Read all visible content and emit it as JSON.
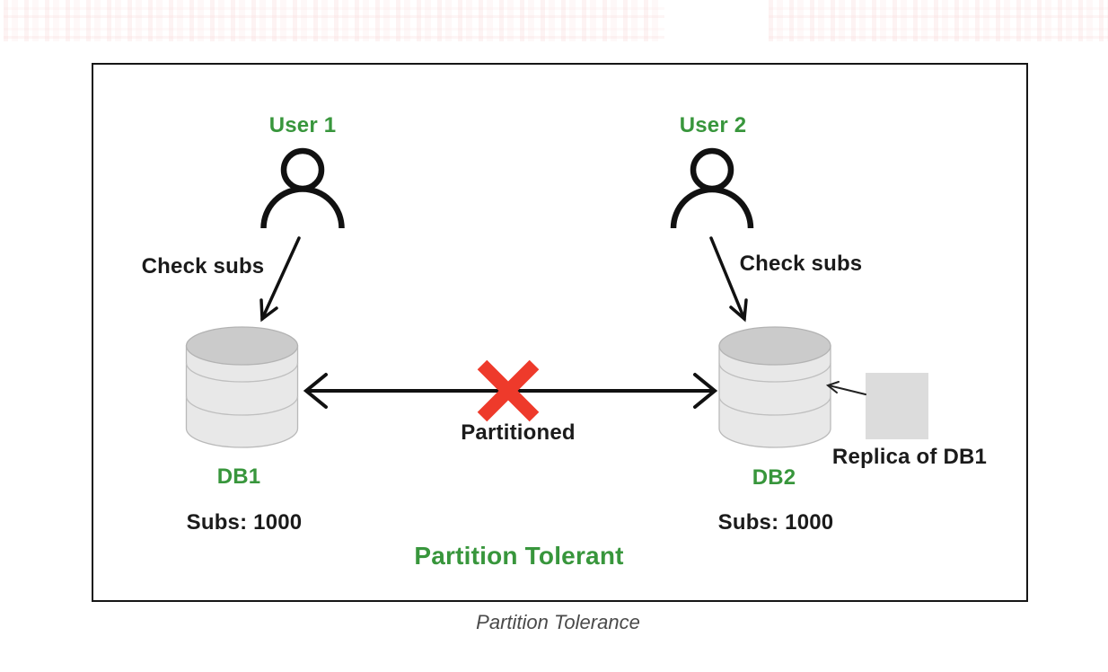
{
  "page": {
    "caption": "Partition Tolerance"
  },
  "diagram": {
    "title": "Partition Tolerant",
    "partition_label": "Partitioned",
    "left": {
      "user_label": "User 1",
      "action_label": "Check subs",
      "db_label": "DB1",
      "subs_label": "Subs: 1000"
    },
    "right": {
      "user_label": "User 2",
      "action_label": "Check subs",
      "db_label": "DB2",
      "subs_label": "Subs: 1000",
      "replica_label": "Replica of DB1"
    },
    "colors": {
      "green": "#38963c",
      "red": "#ee3a2b",
      "black": "#161616",
      "cylinder_body": "#e8e8e8",
      "cylinder_top": "#cbcbcb",
      "replica_fill": "#dcdcdc"
    }
  }
}
